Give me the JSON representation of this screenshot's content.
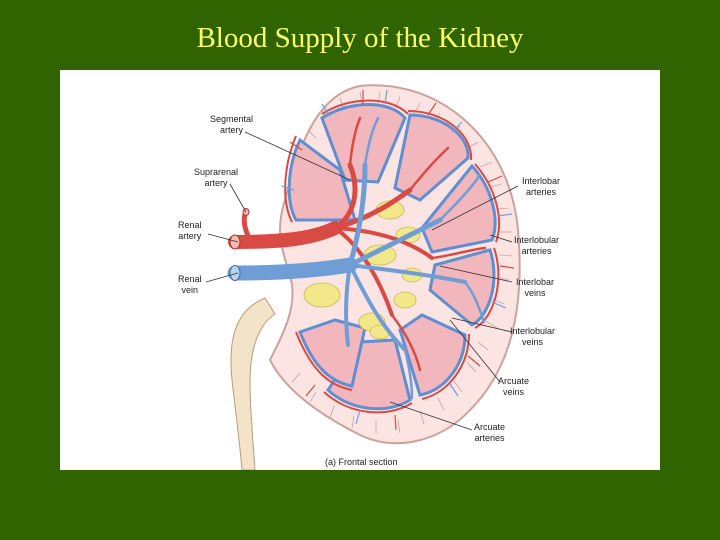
{
  "title": "Blood Supply of the Kidney",
  "colors": {
    "background": "#2f6400",
    "title": "#ffff66",
    "artery": "#d94a45",
    "vein": "#6f9ed6",
    "pyramid": "#f2b6bd",
    "cortex": "#fbe4e2",
    "fat": "#f2e88a"
  },
  "labels": {
    "segmental_artery": "Segmental\nartery",
    "suprarenal_artery": "Suprarenal\nartery",
    "renal_artery": "Renal\nartery",
    "renal_vein": "Renal\nvein",
    "interlobar_arteries": "Interlobar\narteries",
    "interlobular_arteries": "Interlobular\narteries",
    "interlobar_veins": "Interlobar\nveins",
    "interlobular_veins": "Interlobular\nveins",
    "arcuate_veins": "Arcuate\nveins",
    "arcuate_arteries": "Arcuate\narteries"
  },
  "caption": "(a) Frontal section"
}
